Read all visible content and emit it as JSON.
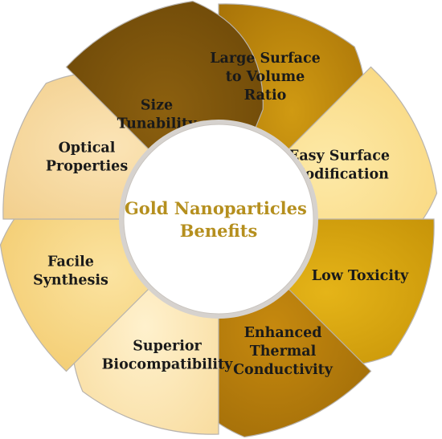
{
  "diagram": {
    "center": {
      "lines": [
        "Gold Nanoparticles",
        "Benefits"
      ],
      "text_color": "#b58f1e",
      "fill": "#ffffff",
      "ring_color": "#d6d2ce"
    },
    "petals": [
      {
        "name": "petal-size-tunability",
        "lines": [
          "Size",
          "Tunability"
        ],
        "fill": "#d09a12",
        "gradient_to": "#a87308"
      },
      {
        "name": "petal-large-surface-to-volume-ratio",
        "lines": [
          "Large Surface",
          "to Volume",
          "Ratio"
        ],
        "fill": "#fde9a7",
        "gradient_to": "#f8d67c"
      },
      {
        "name": "petal-easy-surface-modification",
        "lines": [
          "Easy Surface",
          "Modification"
        ],
        "fill": "#e5b418",
        "gradient_to": "#c79408"
      },
      {
        "name": "petal-low-toxicity",
        "lines": [
          "Low Toxicity"
        ],
        "fill": "#c6890f",
        "gradient_to": "#9d6a08"
      },
      {
        "name": "petal-enhanced-thermal-conductivity",
        "lines": [
          "Enhanced",
          "Thermal",
          "Conductivity"
        ],
        "fill": "#fff1cd",
        "gradient_to": "#f8dc9f"
      },
      {
        "name": "petal-superior-biocompatibility",
        "lines": [
          "Superior",
          "Biocompatibility"
        ],
        "fill": "#fbe3a0",
        "gradient_to": "#f2c96a"
      },
      {
        "name": "petal-facile-synthesis",
        "lines": [
          "Facile",
          "Synthesis"
        ],
        "fill": "#fbe4b6",
        "gradient_to": "#f2cf8d"
      },
      {
        "name": "petal-optical-properties",
        "lines": [
          "Optical",
          "Properties"
        ],
        "fill": "#8c600f",
        "gradient_to": "#6a4608"
      }
    ]
  }
}
